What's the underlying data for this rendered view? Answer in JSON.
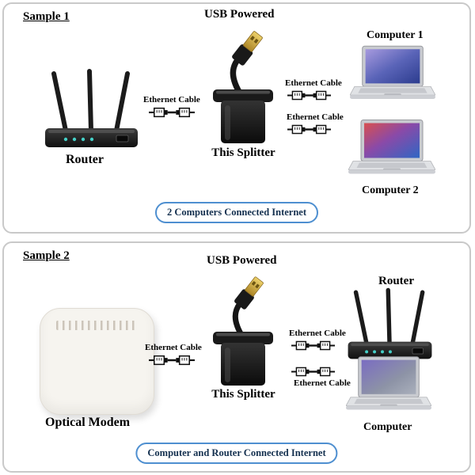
{
  "colors": {
    "banner_border": "#4e8fd0",
    "banner_text": "#14304f",
    "panel_border": "#c9c9c9",
    "splitter_color": "#1a1a1a",
    "usb_connector_gold": "#d4af4a"
  },
  "panel1": {
    "title": "Sample 1",
    "usb_label": "USB Powered",
    "device_left_label": "Router",
    "splitter_label": "This Splitter",
    "cable_left_label": "Ethernet Cable",
    "cable_right_top_label": "Ethernet Cable",
    "cable_right_bottom_label": "Ethernet Cable",
    "right_top_label": "Computer 1",
    "right_bottom_label": "Computer 2",
    "banner": "2 Computers Connected Internet"
  },
  "panel2": {
    "title": "Sample 2",
    "usb_label": "USB Powered",
    "device_left_label": "Optical Modem",
    "splitter_label": "This Splitter",
    "cable_left_label": "Ethernet Cable",
    "cable_right_top_label": "Ethernet Cable",
    "cable_right_bottom_label": "Ethernet Cable",
    "right_top_label": "Router",
    "right_bottom_label": "Computer",
    "banner": "Computer and Router Connected Internet"
  }
}
